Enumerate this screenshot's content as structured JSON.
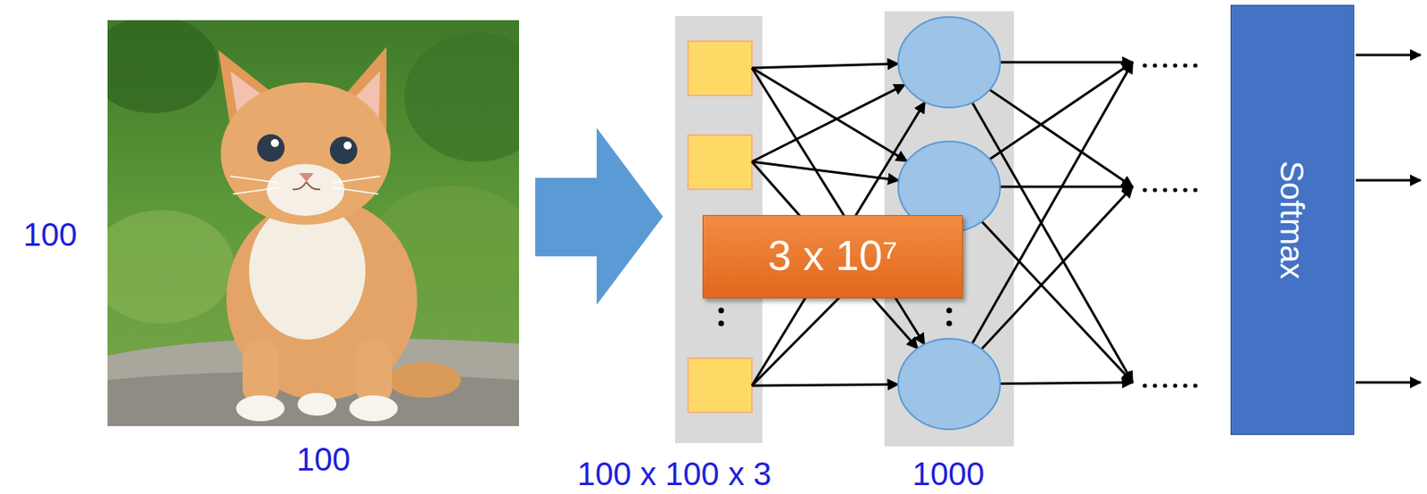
{
  "diagram": {
    "nodes": [
      {
        "text": [
          "3 x 10⁷"
        ]
      },
      {
        "text": [
          "Softmax"
        ]
      }
    ],
    "labels": [
      "100",
      "100",
      "100 x 100 x 3",
      "1000"
    ]
  }
}
